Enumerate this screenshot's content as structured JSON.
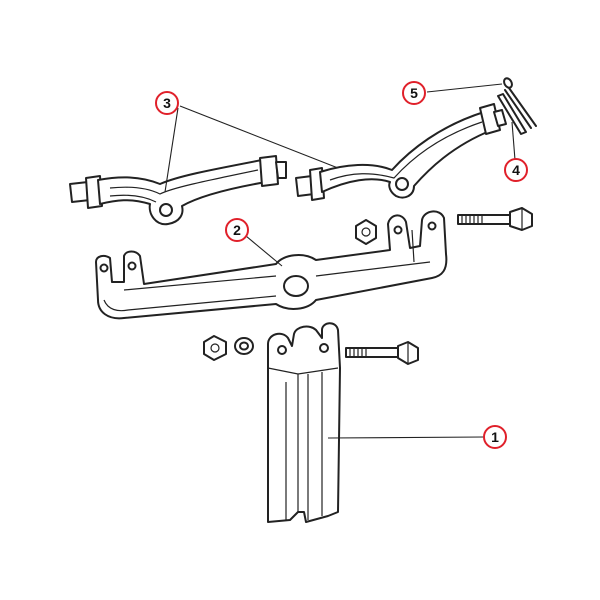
{
  "callout_color": "#e0202a",
  "callouts": [
    {
      "id": "1",
      "label": "1"
    },
    {
      "id": "2",
      "label": "2"
    },
    {
      "id": "3",
      "label": "3"
    },
    {
      "id": "4",
      "label": "4"
    },
    {
      "id": "5",
      "label": "5"
    }
  ]
}
